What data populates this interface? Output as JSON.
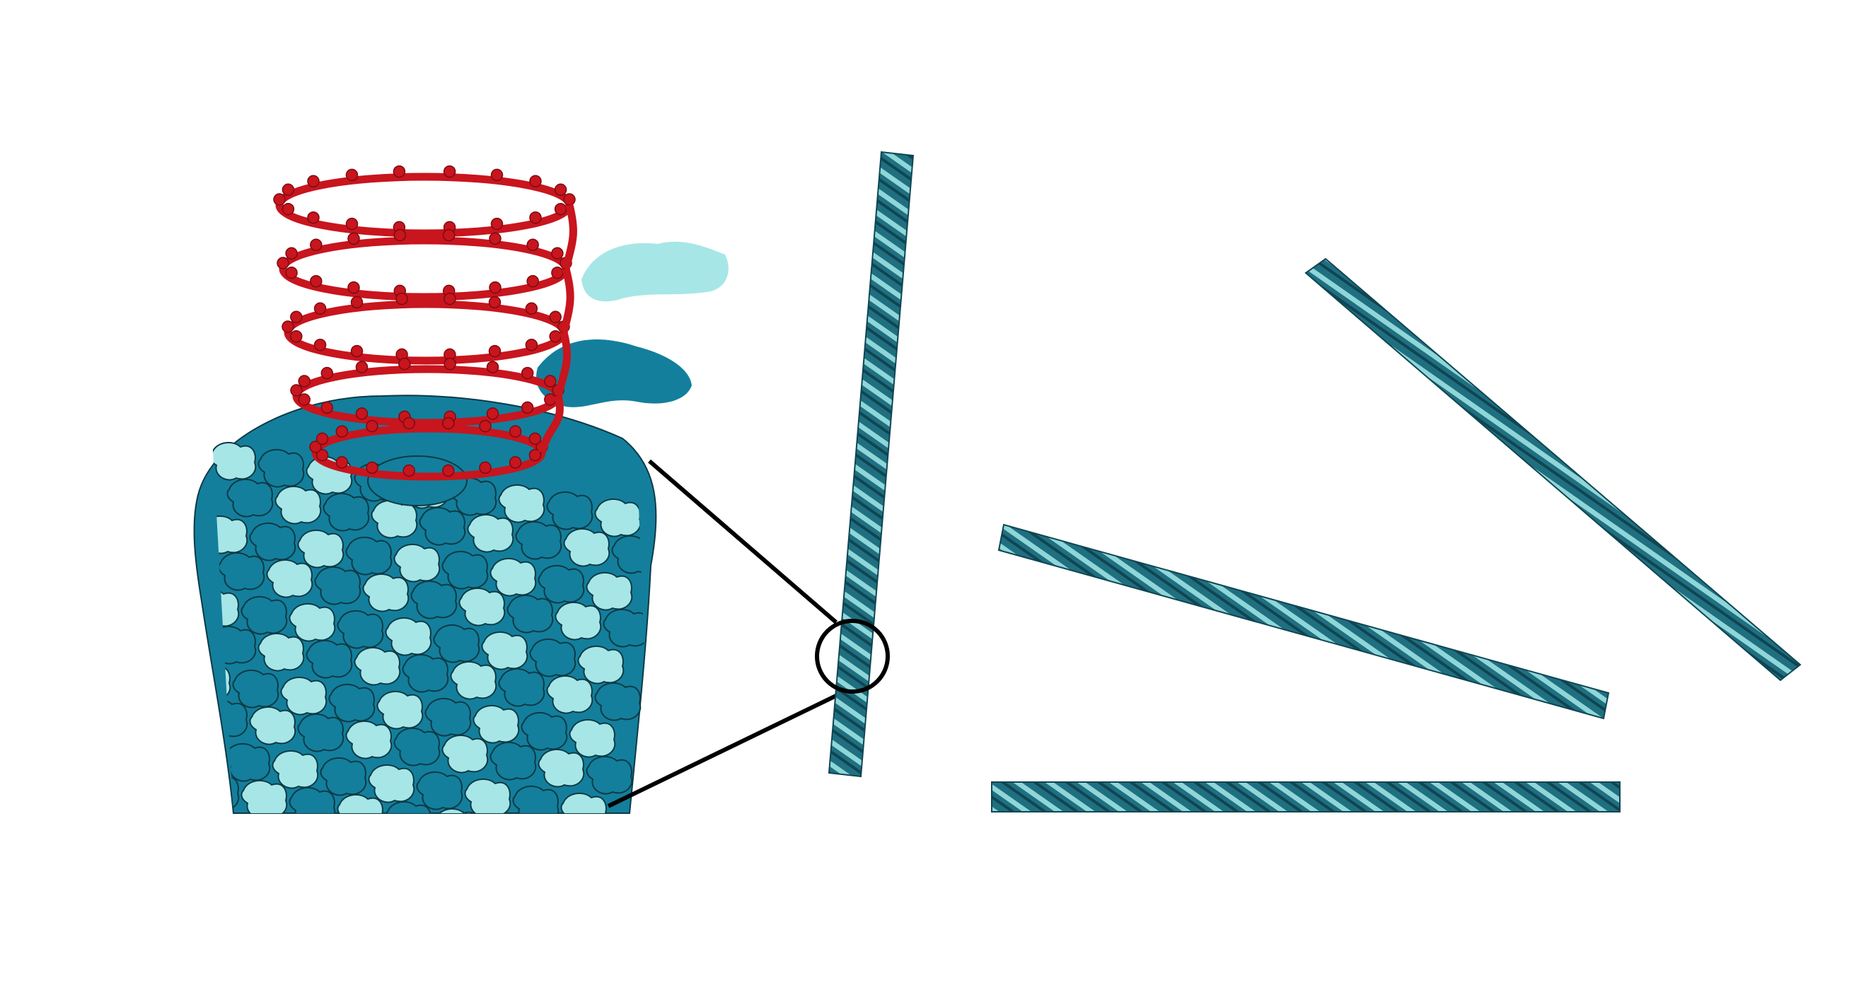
{
  "figure": {
    "background": "#ffffff",
    "colors": {
      "subunit_dark": "#137f9c",
      "subunit_light": "#a7e6e6",
      "outline": "#0d3a46",
      "rna_red": "#c8151e",
      "rna_red_dark": "#7a0b10",
      "rod_base": "#1f6f80",
      "rod_light": "#8fd6d8",
      "rod_dark": "#0f4552",
      "callout": "#000000"
    },
    "parts": {
      "close_up": "helical-assembly-closeup",
      "callout": "zoom-callout",
      "rods": [
        "vertical-rod",
        "diagonal-rod",
        "tilted-rod",
        "horizontal-rod"
      ]
    }
  }
}
